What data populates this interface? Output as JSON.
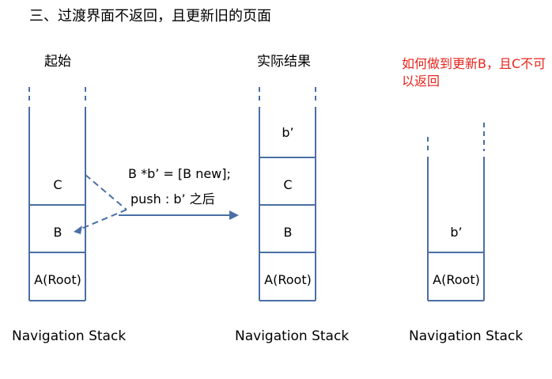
{
  "heading": "三、过渡界面不返回，且更新旧的页面",
  "stacks": [
    {
      "title": "起始",
      "cells": [
        "C",
        "B",
        "A(Root)"
      ],
      "caption": "Navigation Stack"
    },
    {
      "title": "实际结果",
      "cells": [
        "b’",
        "C",
        "B",
        "A(Root)"
      ],
      "caption": "Navigation Stack"
    },
    {
      "question": "如何做到更新B，且C不可以返回",
      "cells": [
        "b’",
        "A(Root)"
      ],
      "caption": "Navigation Stack"
    }
  ],
  "annotation": {
    "line1": "B  *b’ = [B new];",
    "line2": "push : b’  之后"
  },
  "colors": {
    "stack_line": "#4a6fa5",
    "question": "#e8241c"
  }
}
